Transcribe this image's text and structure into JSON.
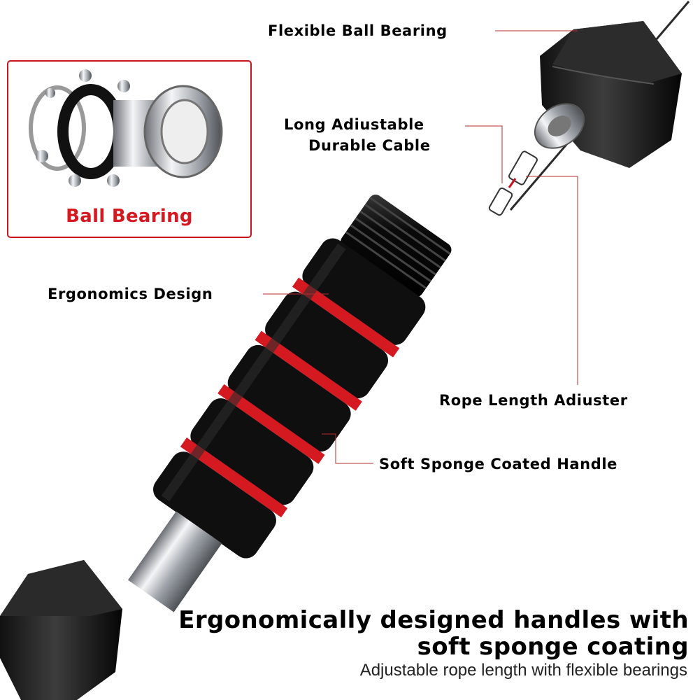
{
  "callouts": {
    "flexible_ball_bearing": "Flexible Ball Bearing",
    "long_cable_line1": "Long Adiustable",
    "long_cable_line2": "Durable Cable",
    "ergonomics_design": "Ergonomics Design",
    "rope_length_adjuster": "Rope Length Adiuster",
    "soft_sponge_handle": "Soft Sponge Coated Handle"
  },
  "inset": {
    "label": "Ball Bearing"
  },
  "headline": {
    "line1": "Ergonomically designed handles with",
    "line2": "soft sponge coating",
    "subtitle": "Adjustable rope length with flexible bearings"
  },
  "colors": {
    "accent_red": "#d51921",
    "handle_black": "#0d0d0d",
    "metal": "#b8bcc2"
  }
}
